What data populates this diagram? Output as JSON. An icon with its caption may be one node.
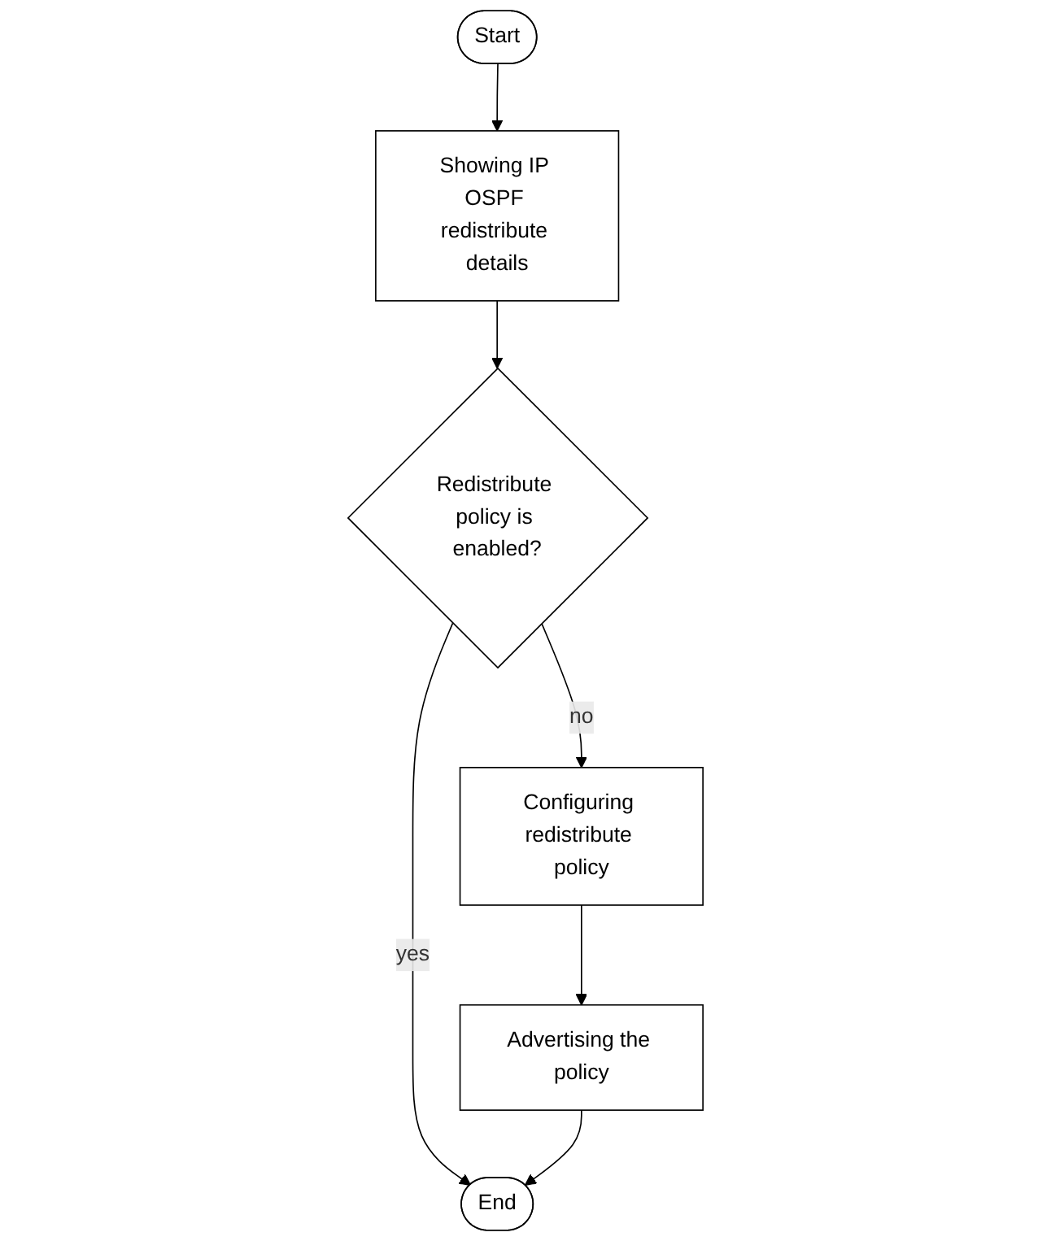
{
  "diagram": {
    "nodes": [
      {
        "text": [
          "Start"
        ]
      },
      {
        "text": [
          "Showing IP OSPF redistribute details"
        ]
      },
      {
        "text": [
          "Redistribute policy is enabled?"
        ]
      },
      {
        "text": [
          "Configuring redistribute policy"
        ]
      },
      {
        "text": [
          "Advertising the policy"
        ]
      },
      {
        "text": [
          "End"
        ]
      }
    ],
    "edges": [
      {
        "from": 0,
        "to": 1,
        "arrow": "to"
      },
      {
        "from": 1,
        "to": 2,
        "arrow": "to"
      },
      {
        "from": 2,
        "to": 3,
        "arrow": "to",
        "label": "no"
      },
      {
        "from": 3,
        "to": 4,
        "arrow": "to"
      },
      {
        "from": 2,
        "to": 5,
        "arrow": "to",
        "label": "yes"
      },
      {
        "from": 4,
        "to": 5,
        "arrow": "to"
      }
    ]
  }
}
